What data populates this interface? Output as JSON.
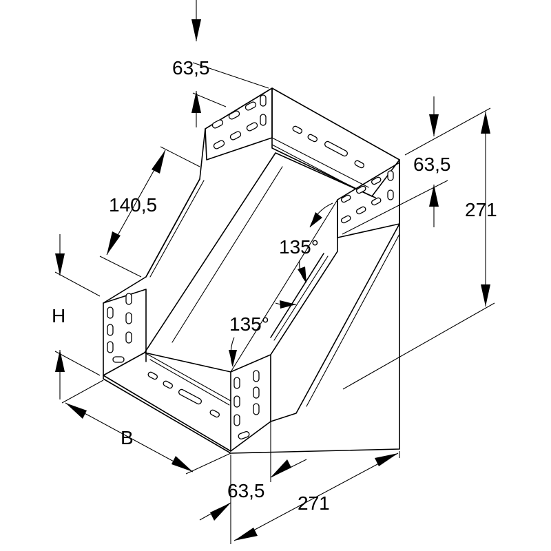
{
  "labels": {
    "top_flange": "63,5",
    "right_flange": "63,5",
    "bottom_flange": "63,5",
    "slope_length": "140,5",
    "height_right": "271",
    "width_bottom": "271",
    "height": "H",
    "width": "B",
    "angle_upper": "135°",
    "angle_lower": "135°"
  }
}
